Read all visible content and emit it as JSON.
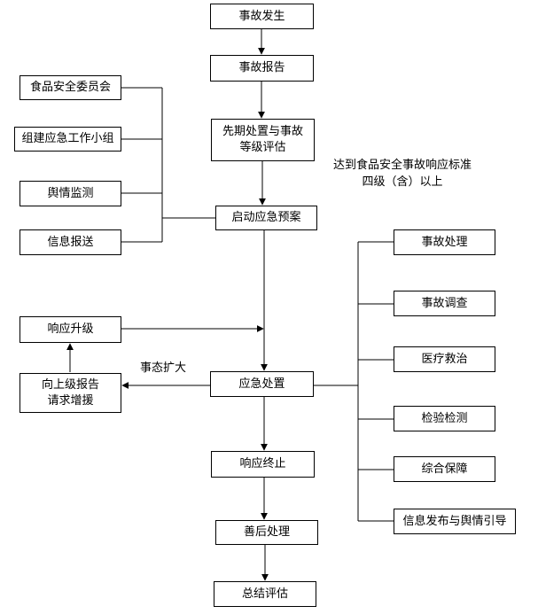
{
  "main_flow": {
    "occur": "事故发生",
    "report": "事故报告",
    "initial": "先期处置与事故\n等级评估",
    "start_plan": "启动应急预案",
    "response": "应急处置",
    "terminate": "响应终止",
    "aftermath": "善后处理",
    "evaluate": "总结评估"
  },
  "left_support": [
    "食品安全委员会",
    "组建应急工作小组",
    "舆情监测",
    "信息报送"
  ],
  "escalation": {
    "upgrade": "响应升级",
    "report_up": "向上级报告\n请求增援",
    "expand_label": "事态扩大"
  },
  "threshold_note": "达到食品安全事故响应标准\n四级（含）以上",
  "right_tasks": [
    "事故处理",
    "事故调查",
    "医疗救治",
    "检验检测",
    "综合保障",
    "信息发布与舆情引导"
  ]
}
